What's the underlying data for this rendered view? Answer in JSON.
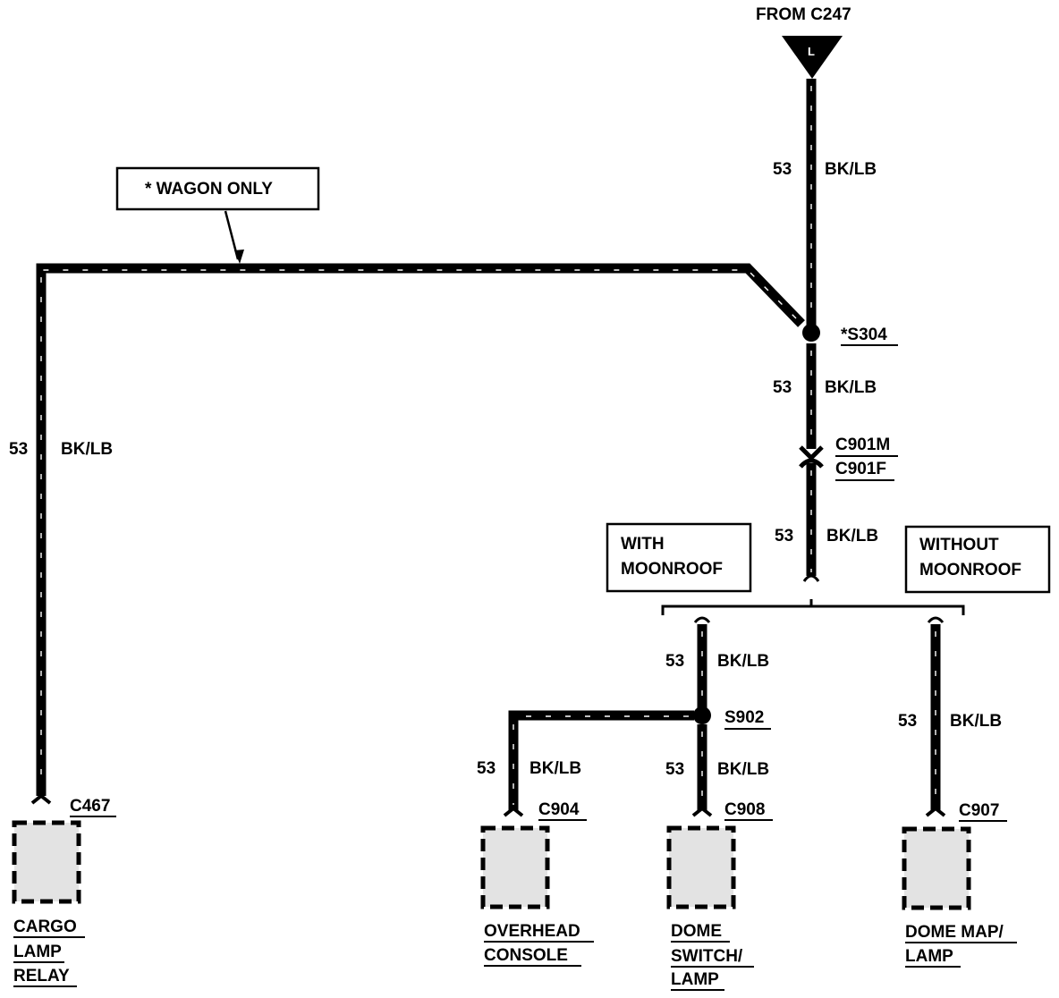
{
  "source": {
    "label": "FROM C247",
    "pin": "L"
  },
  "note": {
    "text": "*  WAGON ONLY"
  },
  "options": {
    "with": [
      "WITH",
      "MOONROOF"
    ],
    "without": [
      "WITHOUT",
      "MOONROOF"
    ]
  },
  "splices": {
    "s304": "*S304",
    "s902": "S902"
  },
  "connector_pair": {
    "male": "C901M",
    "female": "C901F"
  },
  "wire_labels": [
    {
      "circuit": "53",
      "color": "BK/LB"
    },
    {
      "circuit": "53",
      "color": "BK/LB"
    },
    {
      "circuit": "53",
      "color": "BK/LB"
    },
    {
      "circuit": "53",
      "color": "BK/LB"
    },
    {
      "circuit": "53",
      "color": "BK/LB"
    },
    {
      "circuit": "53",
      "color": "BK/LB"
    },
    {
      "circuit": "53",
      "color": "BK/LB"
    },
    {
      "circuit": "53",
      "color": "BK/LB"
    }
  ],
  "components": [
    {
      "connector": "C467",
      "name": [
        "CARGO",
        "LAMP",
        "RELAY"
      ]
    },
    {
      "connector": "C904",
      "name": [
        "OVERHEAD",
        "CONSOLE"
      ]
    },
    {
      "connector": "C908",
      "name": [
        "DOME",
        "SWITCH/",
        "LAMP"
      ]
    },
    {
      "connector": "C907",
      "name": [
        "DOME MAP/",
        "LAMP"
      ]
    }
  ]
}
